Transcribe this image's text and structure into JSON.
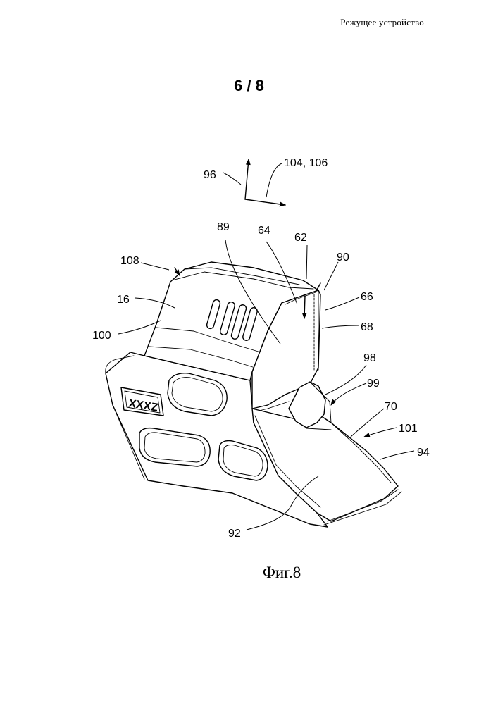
{
  "header": {
    "title": "Режущее устройство"
  },
  "sheet": {
    "number": "6 / 8"
  },
  "figure": {
    "caption": "Фиг.8",
    "logo_text": "XXXZ",
    "labels": [
      {
        "id": "96",
        "text": "96"
      },
      {
        "id": "104-106",
        "text": "104, 106"
      },
      {
        "id": "89",
        "text": "89"
      },
      {
        "id": "64",
        "text": "64"
      },
      {
        "id": "62",
        "text": "62"
      },
      {
        "id": "90",
        "text": "90"
      },
      {
        "id": "108",
        "text": "108"
      },
      {
        "id": "16",
        "text": "16"
      },
      {
        "id": "66",
        "text": "66"
      },
      {
        "id": "68",
        "text": "68"
      },
      {
        "id": "100",
        "text": "100"
      },
      {
        "id": "98",
        "text": "98"
      },
      {
        "id": "99",
        "text": "99"
      },
      {
        "id": "70",
        "text": "70"
      },
      {
        "id": "101",
        "text": "101"
      },
      {
        "id": "94",
        "text": "94"
      },
      {
        "id": "92",
        "text": "92"
      }
    ]
  }
}
